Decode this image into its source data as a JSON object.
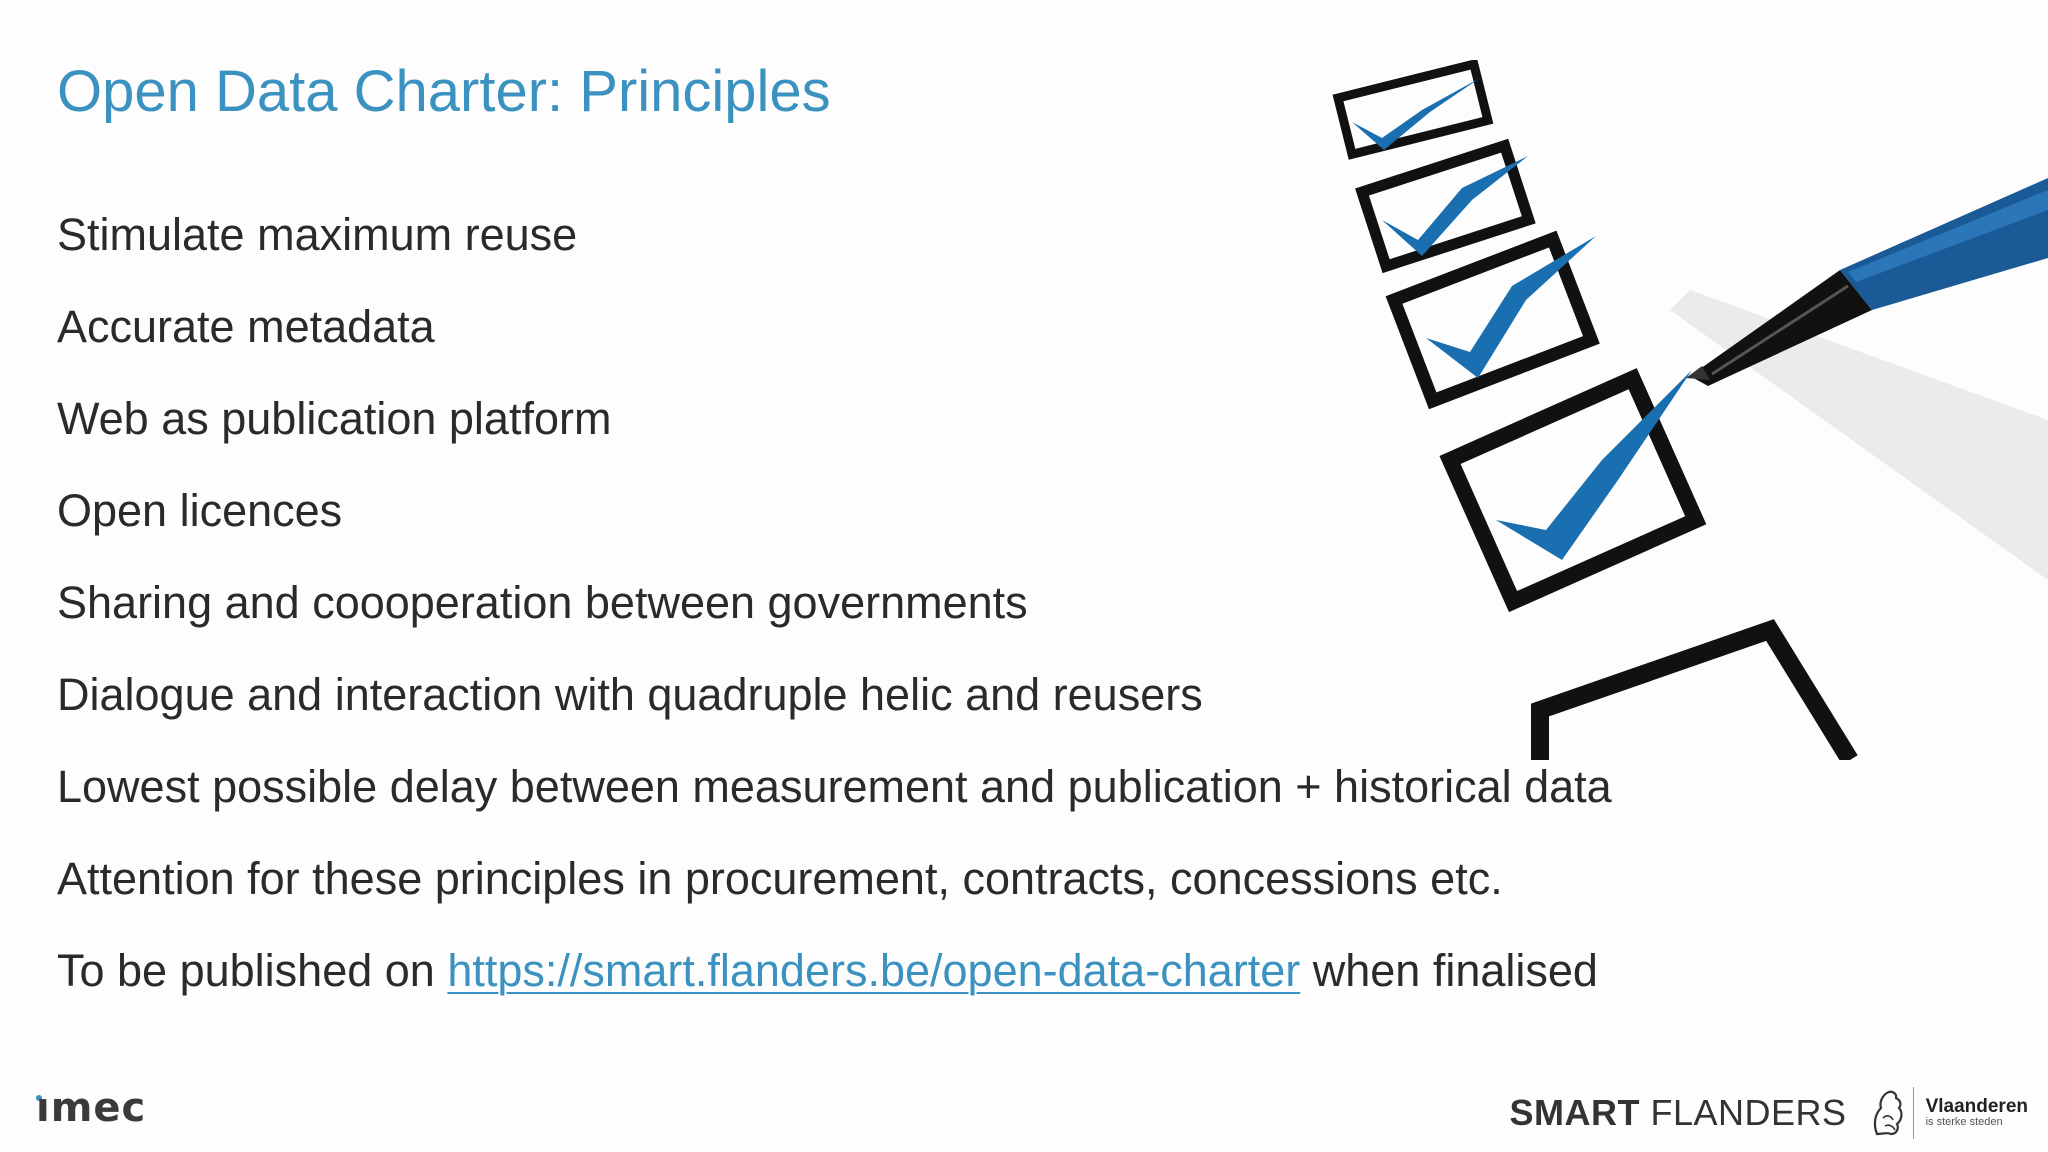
{
  "slide": {
    "title": "Open Data Charter: Principles",
    "bullets": [
      {
        "text": "Stimulate maximum reuse"
      },
      {
        "text": "Accurate metadata"
      },
      {
        "text": "Web as publication platform"
      },
      {
        "text": "Open licences"
      },
      {
        "text": "Sharing and coooperation between governments"
      },
      {
        "text": "Dialogue and interaction with quadruple helic and reusers"
      },
      {
        "text": "Lowest possible delay between measurement and publication + historical data"
      },
      {
        "text": "Attention for these principles in procurement, contracts, concessions etc."
      }
    ],
    "last_bullet": {
      "prefix": "To be published on ",
      "link_text": "https://smart.flanders.be/open-data-charter",
      "suffix": " when finalised"
    }
  },
  "footer": {
    "imec_logo": "ımec",
    "smart_label": "SMART",
    "flanders_label": "FLANDERS",
    "vlaanderen_name": "Vlaanderen",
    "vlaanderen_tagline": "is sterke steden"
  },
  "illustration": {
    "icon": "checklist-with-pen-icon",
    "checkmark_color": "#1a6fb0",
    "pen_color": "#1a5a96"
  },
  "colors": {
    "title": "#3b92c0",
    "link": "#3b92c0",
    "body_text": "#2a2a2a"
  }
}
